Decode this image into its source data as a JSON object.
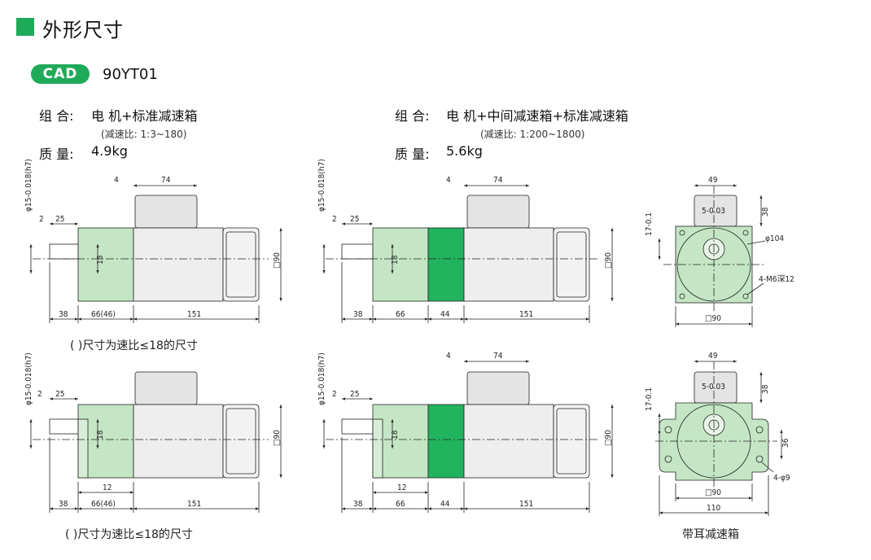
{
  "header": {
    "title": "外形尺寸",
    "cad_label": "CAD",
    "model": "90YT01"
  },
  "left_spec": {
    "combo_label": "组 合:",
    "combo_value": "电 机+标准减速箱",
    "ratio": "(减速比: 1:3~180)",
    "mass_label": "质 量:",
    "mass_value": "4.9kg"
  },
  "right_spec": {
    "combo_label": "组 合:",
    "combo_value": "电 机+中间减速箱+标准减速箱",
    "ratio": "(减速比: 1:200~1800)",
    "mass_label": "质 量:",
    "mass_value": "5.6kg"
  },
  "notes": {
    "bracket_note_top": "( )尺寸为速比≤18的尺寸",
    "bracket_note_bottom": "( )尺寸为速比≤18的尺寸",
    "ear_caption": "带耳减速箱"
  },
  "dims": {
    "shaft": "φ15-0.018(h7)",
    "d2": "2",
    "d25": "25",
    "d18": "18",
    "d4": "4",
    "d74": "74",
    "d38": "38",
    "d66_46": "66(46)",
    "d66": "66",
    "d44": "44",
    "d151": "151",
    "sq90": "□90",
    "d12": "12",
    "d49": "49",
    "key": "5-0.03",
    "d17": "17-0.1",
    "d104": "φ104",
    "holes": "4-M6深12",
    "d36": "36",
    "holes_ear": "4-φ9",
    "d110": "110"
  },
  "colors": {
    "accent": "#1faa59",
    "gearbox_light": "#bfe3bf",
    "gearbox_mid": "#22b35e",
    "motor": "#eeeeee"
  }
}
